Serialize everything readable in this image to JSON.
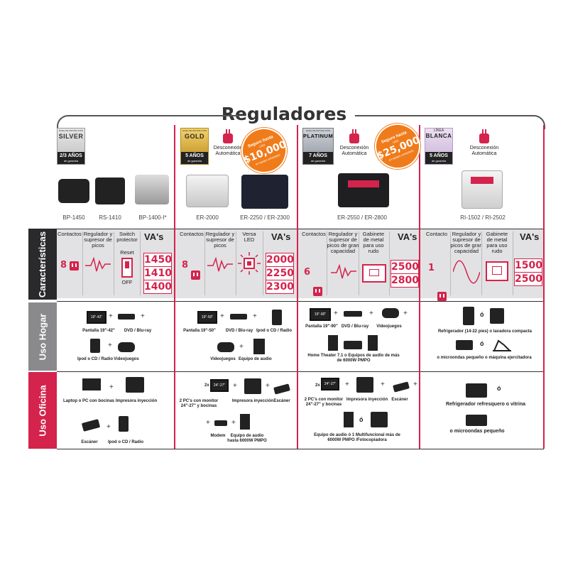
{
  "title": "Reguladores",
  "colors": {
    "accent": "#d4234c",
    "orange_seal": "#f07b1a",
    "band": "#e2e2e4",
    "tab_grey": "#8a8a8c"
  },
  "side_tabs": [
    "Características",
    "Uso Hogar",
    "Uso Oficina"
  ],
  "columns": {
    "silver": {
      "badge": {
        "top": "NIVEL DE PROTECCIÓN",
        "name": "SILVER",
        "years": "2/3 AÑOS",
        "sub": "de garantía"
      },
      "models": [
        "BP-1450",
        "RS-1410",
        "BP-1400-I*"
      ],
      "headers": {
        "contacts": "Contactos",
        "regulator": "Regulador y supresor de picos",
        "extra": "Switch protector",
        "vas": "VA's"
      },
      "contacts": "8",
      "switch_labels": {
        "reset": "Reset",
        "off": "OFF"
      },
      "vas_values": [
        "1450",
        "1410",
        "1400"
      ],
      "hogar": {
        "tv": "19\"-42\"",
        "labels": [
          "Pantalla 19\"-42\"",
          "DVD / Blu-ray",
          "Ipod o CD / Radio",
          "Videojuegos"
        ]
      },
      "oficina": {
        "labels": [
          "Laptop o PC con bocinas",
          "Impresora inyección",
          "Escáner",
          "Ipod o CD / Radio"
        ]
      }
    },
    "gold": {
      "badge": {
        "top": "NIVEL DE PROTECCIÓN",
        "name": "GOLD",
        "years": "5 AÑOS",
        "sub": "de garantía"
      },
      "disconnect": "Desconexión Automática",
      "seal": {
        "l1": "Seguro hasta",
        "l2": "USD",
        "amount": "$10,000",
        "l3": "en equipo conectado"
      },
      "models": [
        "ER-2000",
        "ER-2250 / ER-2300"
      ],
      "headers": {
        "contacts": "Contactos",
        "regulator": "Regulador y supresor de picos",
        "extra": "Versa LED",
        "vas": "VA's"
      },
      "contacts": "8",
      "vas_values": [
        "2000",
        "2250",
        "2300"
      ],
      "hogar": {
        "tv": "19\"-50\"",
        "labels": [
          "Pantalla 19\"-50\"",
          "DVD / Blu-ray",
          "Ipod o CD / Radio",
          "Videojuegos",
          "Equipo de audio"
        ]
      },
      "oficina": {
        "monitor": "24\"-27\"",
        "multiplier": "2x",
        "labels": [
          "2 PC's con monitor 24\"-27\" y bocinas",
          "Impresora inyección",
          "Escáner",
          "Modem",
          "Equipo de audio hasta 6000W PMPO"
        ]
      }
    },
    "platinum": {
      "badge": {
        "top": "NIVEL DE PROTECCIÓN",
        "name": "PLATINUM",
        "years": "7 AÑOS",
        "sub": "de garantía"
      },
      "disconnect": "Desconexión Automática",
      "seal": {
        "l1": "Seguro hasta",
        "l2": "USD",
        "amount": "$25,000",
        "l3": "en equipo conectado"
      },
      "models": [
        "ER-2550 / ER-2800"
      ],
      "headers": {
        "contacts": "Contactos",
        "regulator": "Regulador y supresor de picos de gran capacidad",
        "extra": "Gabinete de metal para uso rudo",
        "vas": "VA's"
      },
      "contacts": "6",
      "vas_values": [
        "2500",
        "2800"
      ],
      "hogar": {
        "tv": "19\"-90\"",
        "labels": [
          "Pantalla 19\"-90\"",
          "DVD / Blu-ray",
          "Videojuegos",
          "Home Theater 7.1 o Equipos de audio de más de 6000W PMPO"
        ]
      },
      "oficina": {
        "monitor": "24\"-27\"",
        "multiplier": "2x",
        "o": "ó",
        "labels": [
          "2 PC's con monitor 24\"-27\" y bocinas",
          "Impresora inyección",
          "Escáner",
          "Equipo de audio ó 1 Multifuncional más de 6000W PMPO /Fotocopiadora"
        ]
      }
    },
    "blanca": {
      "badge": {
        "top": "LÍNEA",
        "name": "BLANCA",
        "years": "5 AÑOS",
        "sub": "de garantía"
      },
      "disconnect": "Desconexión Automática",
      "models": [
        "RI-1502 / RI-2502"
      ],
      "headers": {
        "contacts": "Contacto",
        "regulator": "Regulador y supresor de picos de gran capacidad",
        "extra": "Gabinete de metal para uso rudo",
        "vas": "VA's"
      },
      "contacts": "1",
      "vas_values": [
        "1500",
        "2500"
      ],
      "hogar": {
        "o": "ó",
        "labels": [
          "Refrigerador (14-22 pies) o lavadora compacta",
          "o microondas pequeño o máquina ejercitadora"
        ]
      },
      "oficina": {
        "o": "ó",
        "labels": [
          "Refrigerador refresquero o vitrina",
          "o microondas pequeño"
        ]
      }
    }
  }
}
